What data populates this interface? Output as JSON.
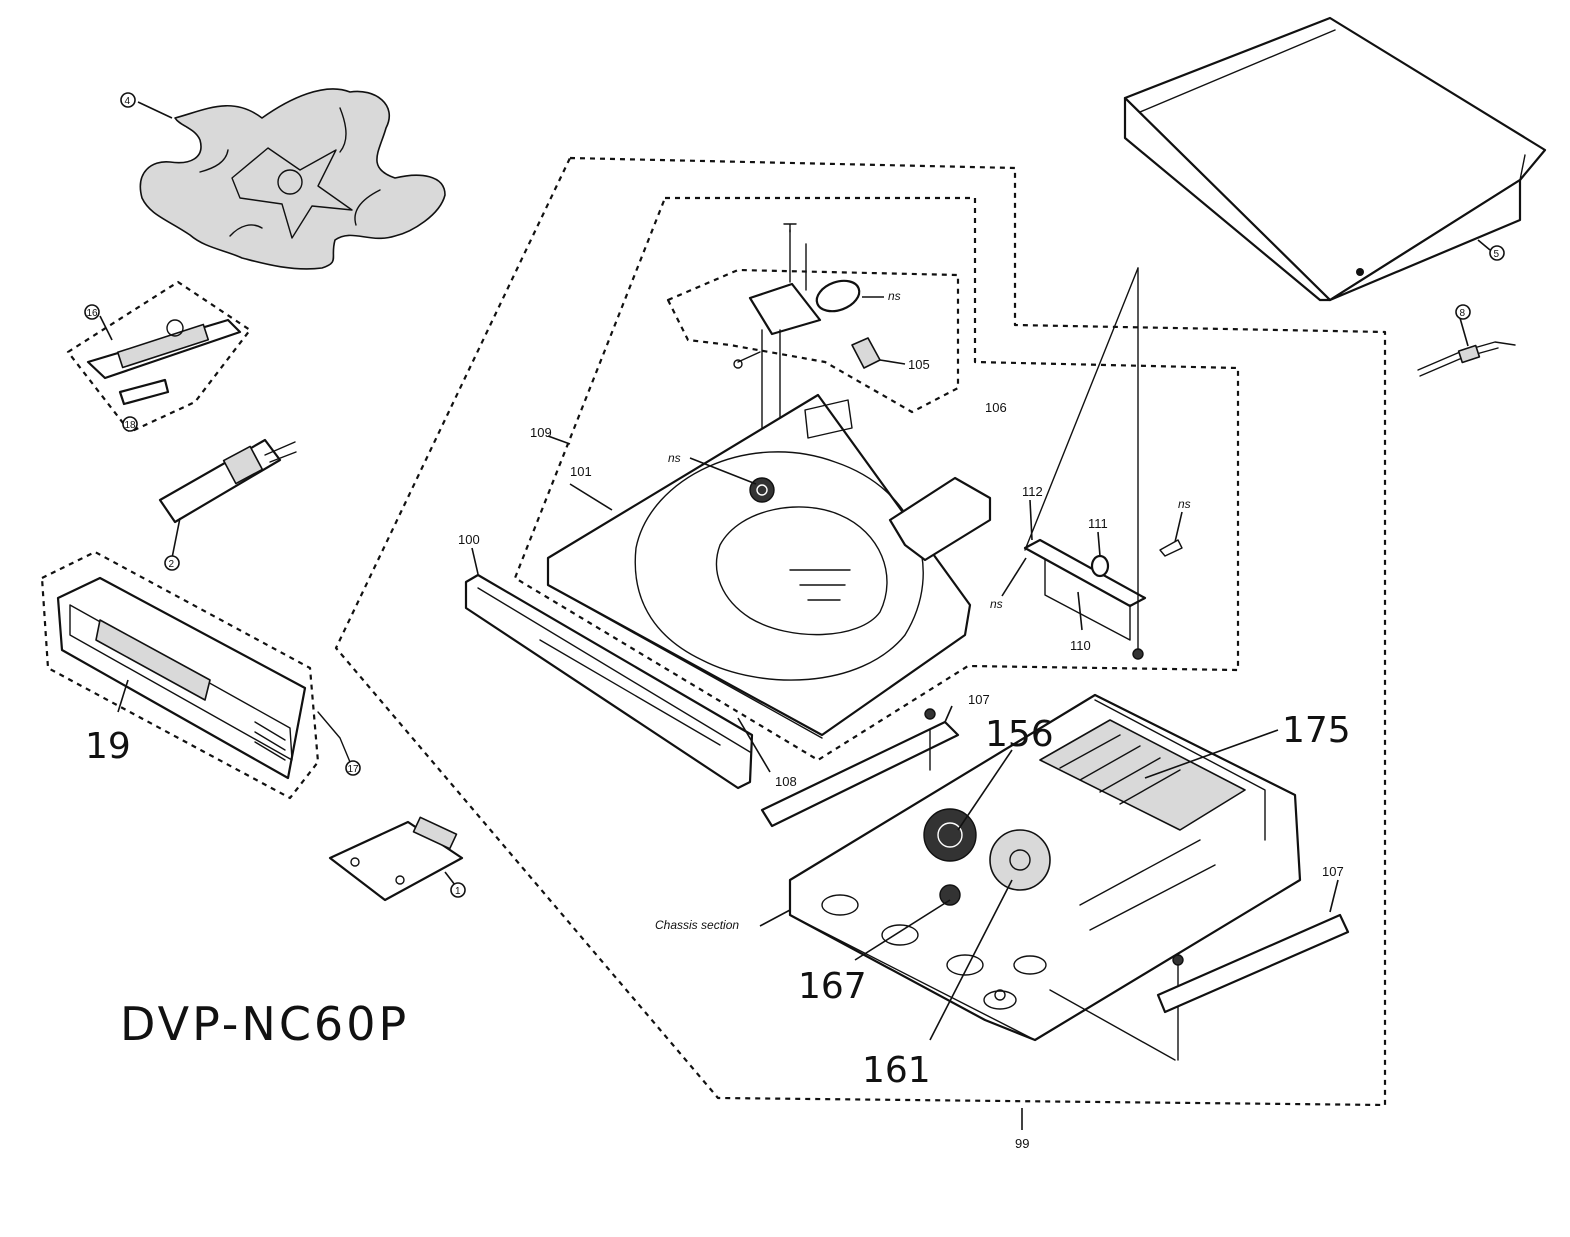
{
  "model": "DVP-NC60P",
  "labels": {
    "p4": "4",
    "p5": "5",
    "p8": "8",
    "p16": "16",
    "p18": "18",
    "p2": "2",
    "p17": "17",
    "p1": "1",
    "p19": "19",
    "p99": "99",
    "p100": "100",
    "p101": "101",
    "p105": "105",
    "p106": "106",
    "p107a": "107",
    "p107b": "107",
    "p108": "108",
    "p109": "109",
    "p110": "110",
    "p111": "111",
    "p112": "112",
    "p156": "156",
    "p161": "161",
    "p167": "167",
    "p175": "175",
    "ns1": "ns",
    "ns2": "ns",
    "ns3": "ns",
    "ns4": "ns",
    "chassis": "Chassis section"
  }
}
